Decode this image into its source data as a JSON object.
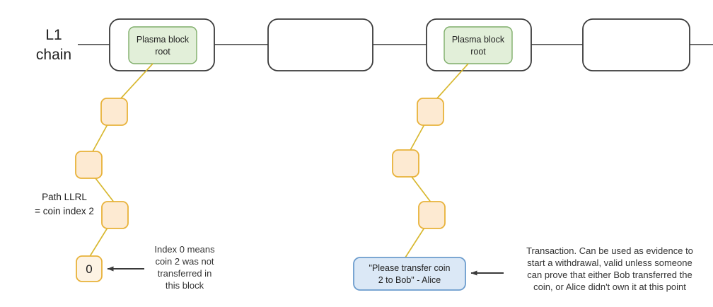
{
  "diagram": {
    "title": "Plasma block merkle proof diagram",
    "colors": {
      "background": "#ffffff",
      "l1_block_stroke": "#3a3a3a",
      "l1_block_fill": "#ffffff",
      "plasma_root_fill": "#e2efd9",
      "plasma_root_stroke": "#7fae6a",
      "merkle_node_fill": "#fdead2",
      "merkle_node_stroke": "#e8b23a",
      "tx_box_fill": "#dbe8f6",
      "tx_box_stroke": "#6c9ccd",
      "merkle_edge": "#d8b830",
      "arrow": "#3a3a3a",
      "text": "#1f1f1f"
    },
    "chain_label": {
      "line1": "L1",
      "line2": "chain"
    },
    "l1_blocks": [
      {
        "id": "l1-block-1",
        "has_root": true,
        "root_label_line1": "Plasma block",
        "root_label_line2": "root"
      },
      {
        "id": "l1-block-2",
        "has_root": false,
        "root_label_line1": "",
        "root_label_line2": ""
      },
      {
        "id": "l1-block-3",
        "has_root": true,
        "root_label_line1": "Plasma block",
        "root_label_line2": "root"
      },
      {
        "id": "l1-block-4",
        "has_root": false,
        "root_label_line1": "",
        "root_label_line2": ""
      }
    ],
    "left_branch": {
      "path_label_line1": "Path LLRL",
      "path_label_line2": "= coin index 2",
      "leaf_value": "0",
      "nodes": [
        "",
        "",
        ""
      ],
      "annotation": [
        "Index 0 means",
        "coin 2 was not",
        "transferred in",
        "this block"
      ]
    },
    "right_branch": {
      "leaf_line1": "\"Please transfer coin",
      "leaf_line2": "2 to Bob\" - Alice",
      "nodes": [
        "",
        "",
        ""
      ],
      "annotation": [
        "Transaction. Can be used as evidence to",
        "start a withdrawal, valid unless someone",
        "can prove that either Bob transferred the",
        "coin, or Alice didn't own it at this point"
      ]
    }
  }
}
